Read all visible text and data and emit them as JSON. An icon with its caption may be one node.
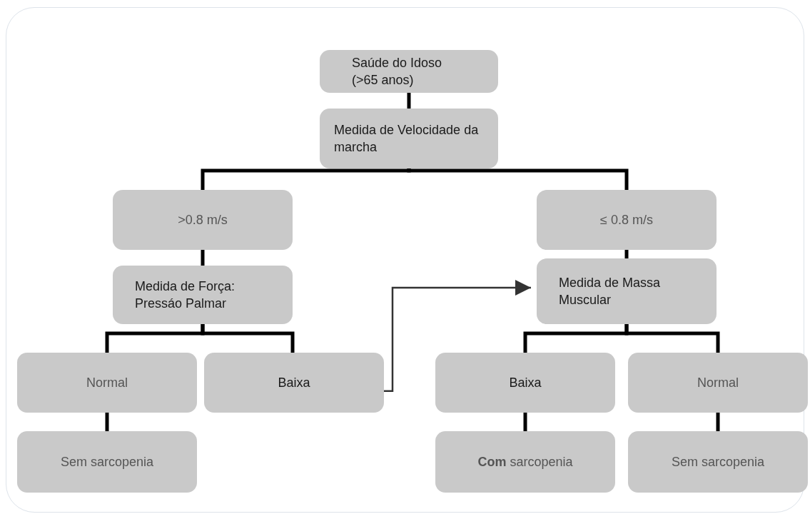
{
  "diagram": {
    "nodes": [
      {
        "text": [
          "Saúde do Idoso (>65 anos)"
        ]
      },
      {
        "text": [
          "Medida de Velocidade da marcha"
        ]
      },
      {
        "text": [
          ">0.8 m/s"
        ]
      },
      {
        "text": [
          "≤ 0.8 m/s"
        ]
      },
      {
        "text": [
          "Medida de Força: Pressáo Palmar"
        ]
      },
      {
        "text": [
          "Medida de Massa Muscular"
        ]
      },
      {
        "text": [
          "Normal"
        ]
      },
      {
        "text": [
          "Baixa"
        ]
      },
      {
        "text": [
          "Baixa"
        ]
      },
      {
        "text": [
          "Normal"
        ]
      },
      {
        "text": [
          "Sem sarcopenia"
        ]
      },
      {
        "text": [
          "**Com** sarcopenia"
        ]
      },
      {
        "text": [
          "Sem sarcopenia"
        ]
      }
    ],
    "edges": [
      {
        "from": 0,
        "to": 1,
        "arrow": "none"
      },
      {
        "from": 1,
        "to": 2,
        "arrow": "none"
      },
      {
        "from": 1,
        "to": 3,
        "arrow": "none"
      },
      {
        "from": 2,
        "to": 4,
        "arrow": "none"
      },
      {
        "from": 3,
        "to": 5,
        "arrow": "none"
      },
      {
        "from": 4,
        "to": 6,
        "arrow": "none"
      },
      {
        "from": 4,
        "to": 7,
        "arrow": "none"
      },
      {
        "from": 5,
        "to": 8,
        "arrow": "none"
      },
      {
        "from": 5,
        "to": 9,
        "arrow": "none"
      },
      {
        "from": 6,
        "to": 10,
        "arrow": "none"
      },
      {
        "from": 7,
        "to": 5,
        "arrow": "to",
        "color": "#333333"
      },
      {
        "from": 8,
        "to": 11,
        "arrow": "none"
      },
      {
        "from": 9,
        "to": 12,
        "arrow": "none"
      }
    ]
  }
}
